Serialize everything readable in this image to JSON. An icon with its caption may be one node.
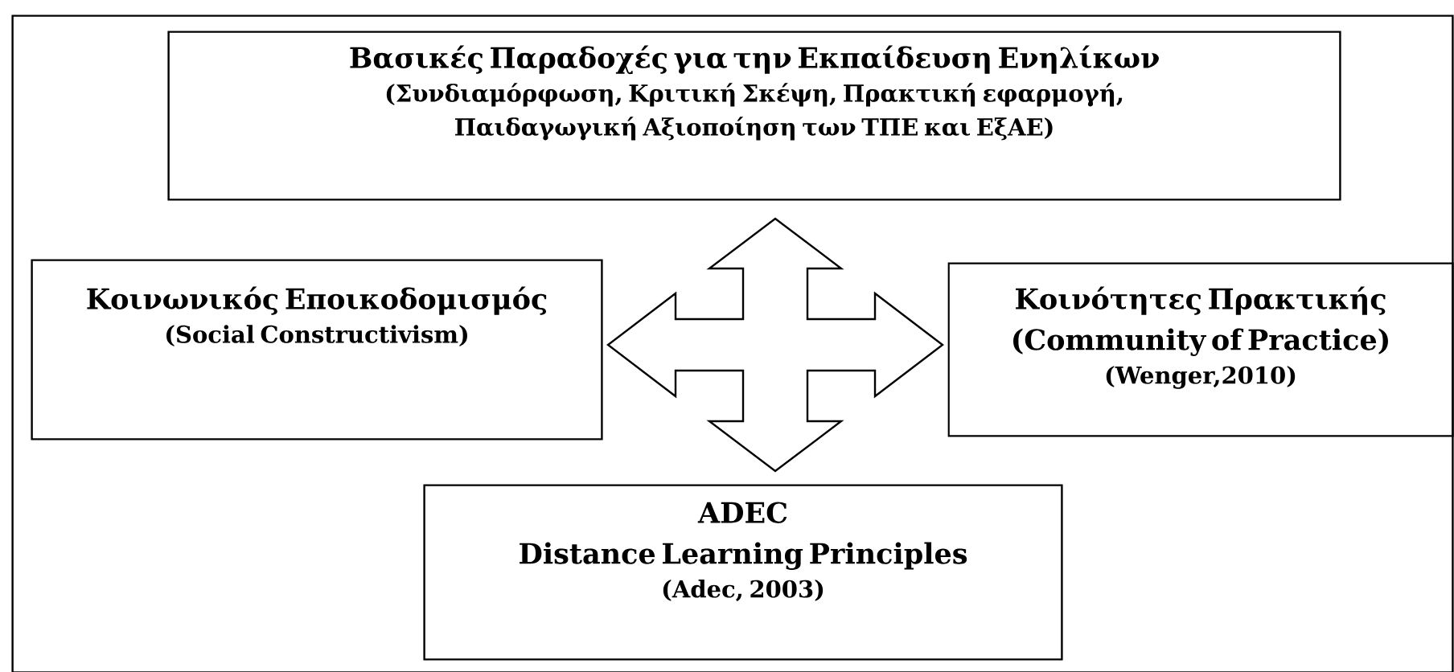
{
  "diagram": {
    "nodes": [
      {
        "text": [],
        "shape": "box"
      },
      {
        "text": [
          "Βασικές Παραδοχές για την Εκπαίδευση Ενηλίκων",
          "(Συνδιαμόρφωση, Κριτική Σκέψη, Πρακτική εφαρμογή, Παιδαγωγική Αξιοποίηση των ΤΠΕ και ΕξΑΕ)"
        ],
        "in": 0
      },
      {
        "text": [
          "Κοινωνικός Εποικοδομισμός",
          "(Social Constructivism)"
        ],
        "in": 0
      },
      {
        "text": [
          "Κοινότητες Πρακτικής",
          "(Community of Practice)",
          "(Wenger,2010)"
        ],
        "in": 0
      },
      {
        "text": [
          "ADEC",
          "Distance Learning Principles",
          "(Adec, 2003)"
        ],
        "in": 0
      }
    ],
    "edges": [
      {
        "from": 2,
        "to": 3,
        "arrow": "both"
      },
      {
        "from": 1,
        "to": 4,
        "arrow": "both"
      }
    ]
  }
}
